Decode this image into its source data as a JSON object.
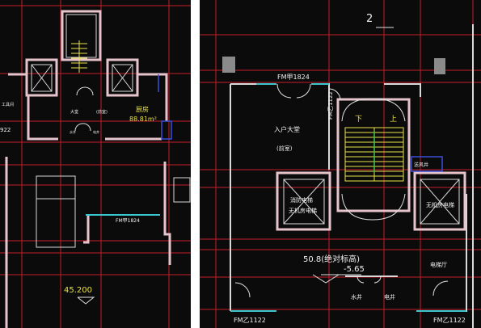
{
  "left_panel": {
    "room_kitchen": "厨房",
    "area_kitchen": "88.81m²",
    "label_hall": "大堂",
    "label_shaft": "(前室)",
    "label_water": "水井",
    "label_elec": "电井",
    "door_fm": "FM甲1824",
    "elevation": "45.200",
    "edge_text_1": "工具间",
    "edge_text_2": "922"
  },
  "right_panel": {
    "axis_number": "2",
    "door_top": "FM甲1824",
    "door_side": "FM乙1122",
    "hall_title": "入户大堂",
    "hall_sub": "(前室)",
    "stair_down": "下",
    "stair_up": "上",
    "fire_hydrant": "送风井",
    "elevator_left_1": "消防电梯",
    "elevator_left_2": "无机房电梯",
    "elevator_right": "无机房电梯",
    "elevation_abs": "50.8(绝对标高)",
    "elevation_rel": "-5.65",
    "elevator_hall": "电梯厅",
    "water_shaft": "水井",
    "elec_shaft": "电井",
    "door_bottom_left": "FM乙1122",
    "door_bottom_right": "FM乙1122"
  },
  "colors": {
    "background": "#0b0b0b",
    "axis_red": "#c41e2a",
    "wall": "#d9d9d9",
    "wall_pink": "#e7c4cc",
    "text_yellow": "#e8e04a",
    "text_white": "#f0f0f0",
    "glass_cyan": "#39c6cc",
    "door_white": "#e0e0e0",
    "blue": "#3a4fd8",
    "green": "#45c24a"
  }
}
